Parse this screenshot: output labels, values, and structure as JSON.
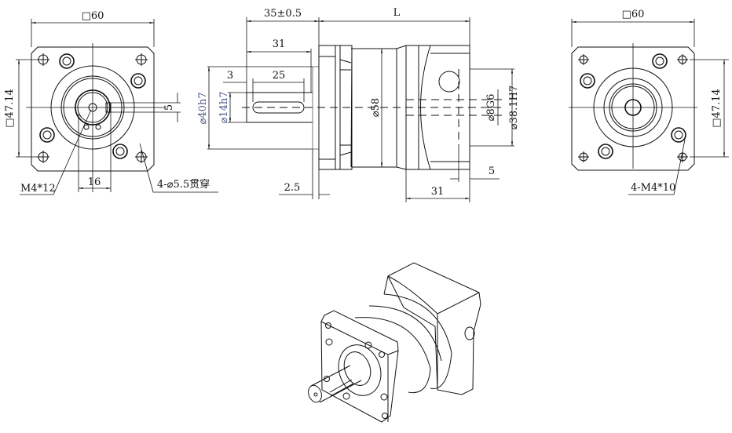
{
  "front_view": {
    "width_label": "□60",
    "bolt_pitch_label": "□47.14",
    "key_width_label": "5",
    "hub_label": "16",
    "thread_label": "M4*12",
    "through_hole_label": "4-⌀5.5贯穿"
  },
  "side_view": {
    "shaft_length_label": "35±0.5",
    "total_length_label": "L",
    "key_offset_label": "3",
    "key_length_label": "25",
    "shaft_usable_label": "31",
    "pilot_dia_label": "⌀40h7",
    "shaft_dia_label": "⌀14h7",
    "body_dia_label": "⌀58",
    "input_bore_label": "⌀8G6",
    "input_pilot_label": "⌀38.1H7",
    "input_depth_label": "5",
    "input_length_label": "31",
    "flange_step_label": "2.5"
  },
  "rear_view": {
    "width_label": "□60",
    "bolt_pitch_label": "□47.14",
    "thread_label": "4-M4*10"
  }
}
